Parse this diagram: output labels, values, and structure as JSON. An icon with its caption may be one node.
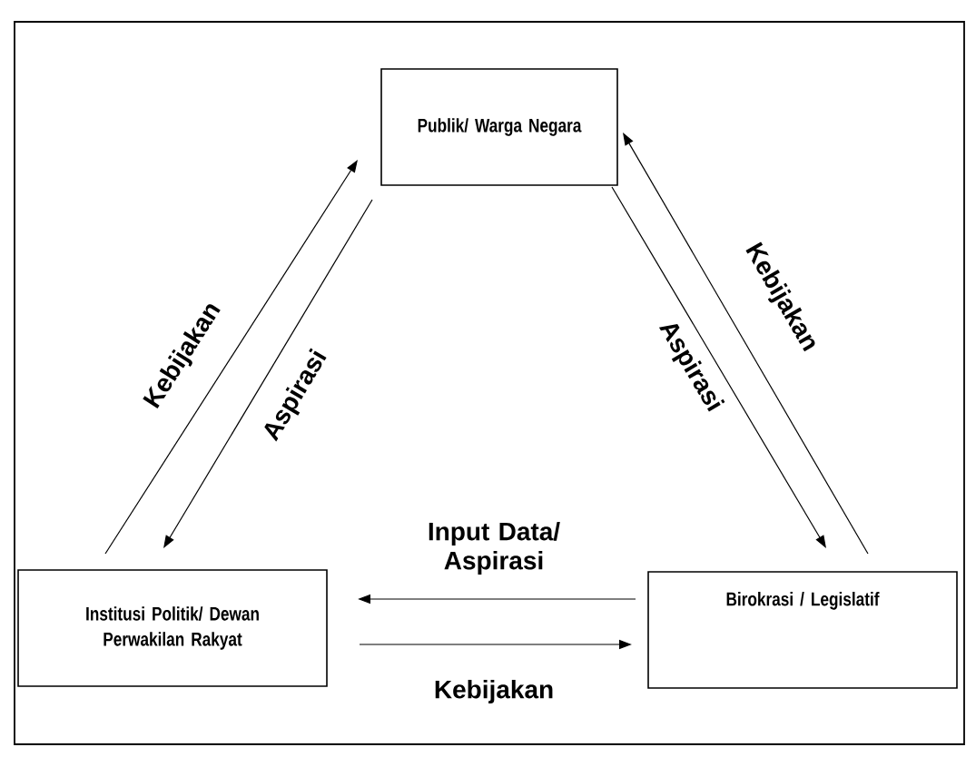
{
  "diagram": {
    "nodes": [
      {
        "text": [
          "Publik/ Warga Negara"
        ]
      },
      {
        "text": [
          "Institusi Politik/ Dewan Perwakilan Rakyat"
        ]
      },
      {
        "text": [
          "Birokrasi / Legislatif"
        ]
      }
    ],
    "edges": [
      {
        "from": 1,
        "to": 0,
        "arrow": "to",
        "label": "Kebijakan"
      },
      {
        "from": 0,
        "to": 1,
        "arrow": "to",
        "label": "Aspirasi"
      },
      {
        "from": 2,
        "to": 0,
        "arrow": "to",
        "label": "Kebijakan"
      },
      {
        "from": 0,
        "to": 2,
        "arrow": "to",
        "label": "Aspirasi"
      },
      {
        "from": 2,
        "to": 1,
        "arrow": "to",
        "label": "Input Data/ Aspirasi"
      },
      {
        "from": 1,
        "to": 2,
        "arrow": "to",
        "label": "Kebijakan"
      }
    ]
  }
}
